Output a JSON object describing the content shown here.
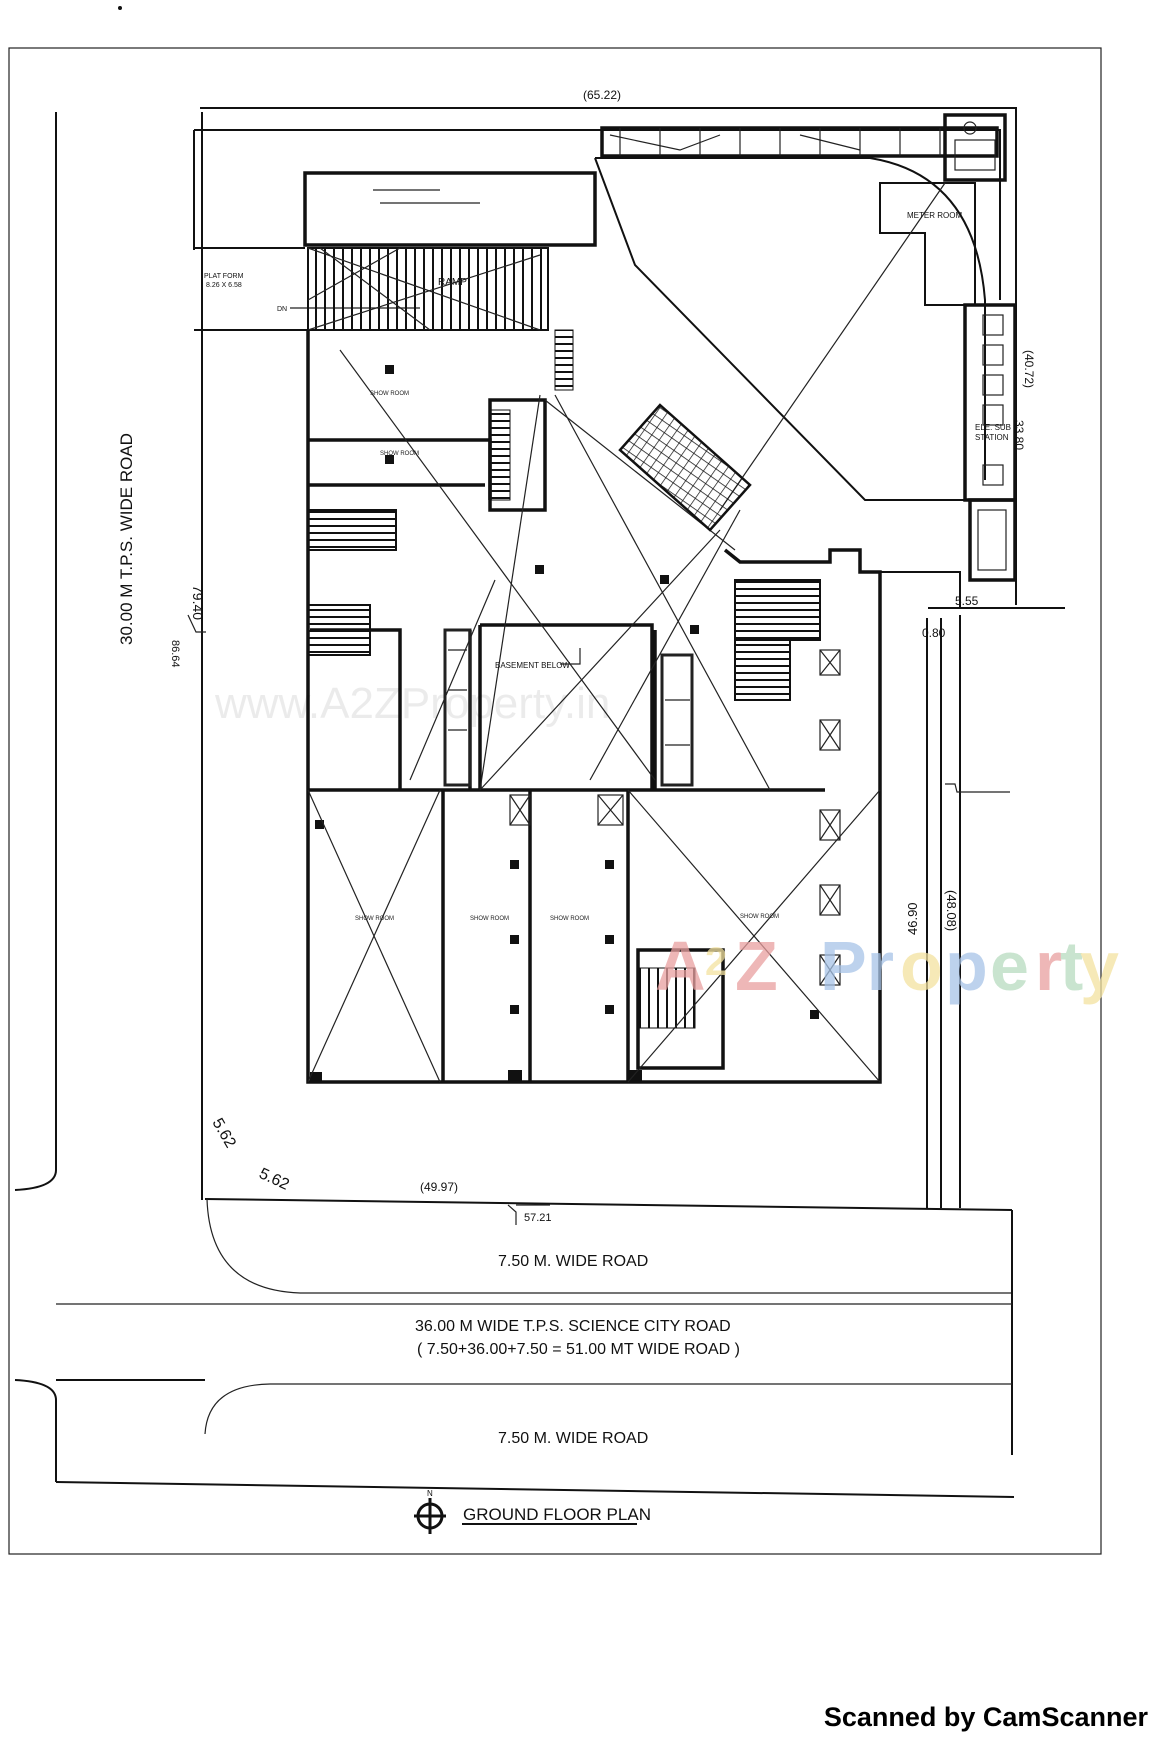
{
  "plan": {
    "title": "GROUND FLOOR PLAN",
    "north_label": "N",
    "roads": {
      "left": "30.00 M  T.P.S. WIDE ROAD",
      "service_top": "7.50 M. WIDE   ROAD",
      "main": "36.00 M  WIDE  T.P.S. SCIENCE  CITY  ROAD",
      "main_note": "( 7.50+36.00+7.50 = 51.00 MT WIDE ROAD )",
      "service_bottom": "7.50 M. WIDE   ROAD"
    },
    "dimensions": {
      "top": "(65.22)",
      "right_upper_bracket": "(40.72)",
      "right_upper": "33.80",
      "left": "79.40",
      "left_inner": "86.64",
      "step_width": "5.55",
      "strip": "0.80",
      "right_lower": "46.90",
      "right_lower_bracket": "(48.08)",
      "corner_a": "5.62",
      "corner_b": "5.62",
      "bottom_bracket": "(49.97)",
      "bottom": "57.21"
    },
    "labels": {
      "platform": "PLAT FORM",
      "platform_size": "8.26 X 6.58",
      "ramp": "RAMP",
      "down": "DN",
      "meter_room": "METER ROOM",
      "substation_1": "ELE. SUB",
      "substation_2": "STATION",
      "basement": "BASEMENT BELOW"
    }
  },
  "watermarks": {
    "site": "www.A2ZProperty.in",
    "brand": "A2Z Property",
    "colors": {
      "red": "#e9a0a0",
      "yellow": "#f3e2a0",
      "blue": "#a8c4e8",
      "green": "#b8dcc0"
    }
  },
  "scanner": {
    "text": "Scanned by CamScanner"
  }
}
